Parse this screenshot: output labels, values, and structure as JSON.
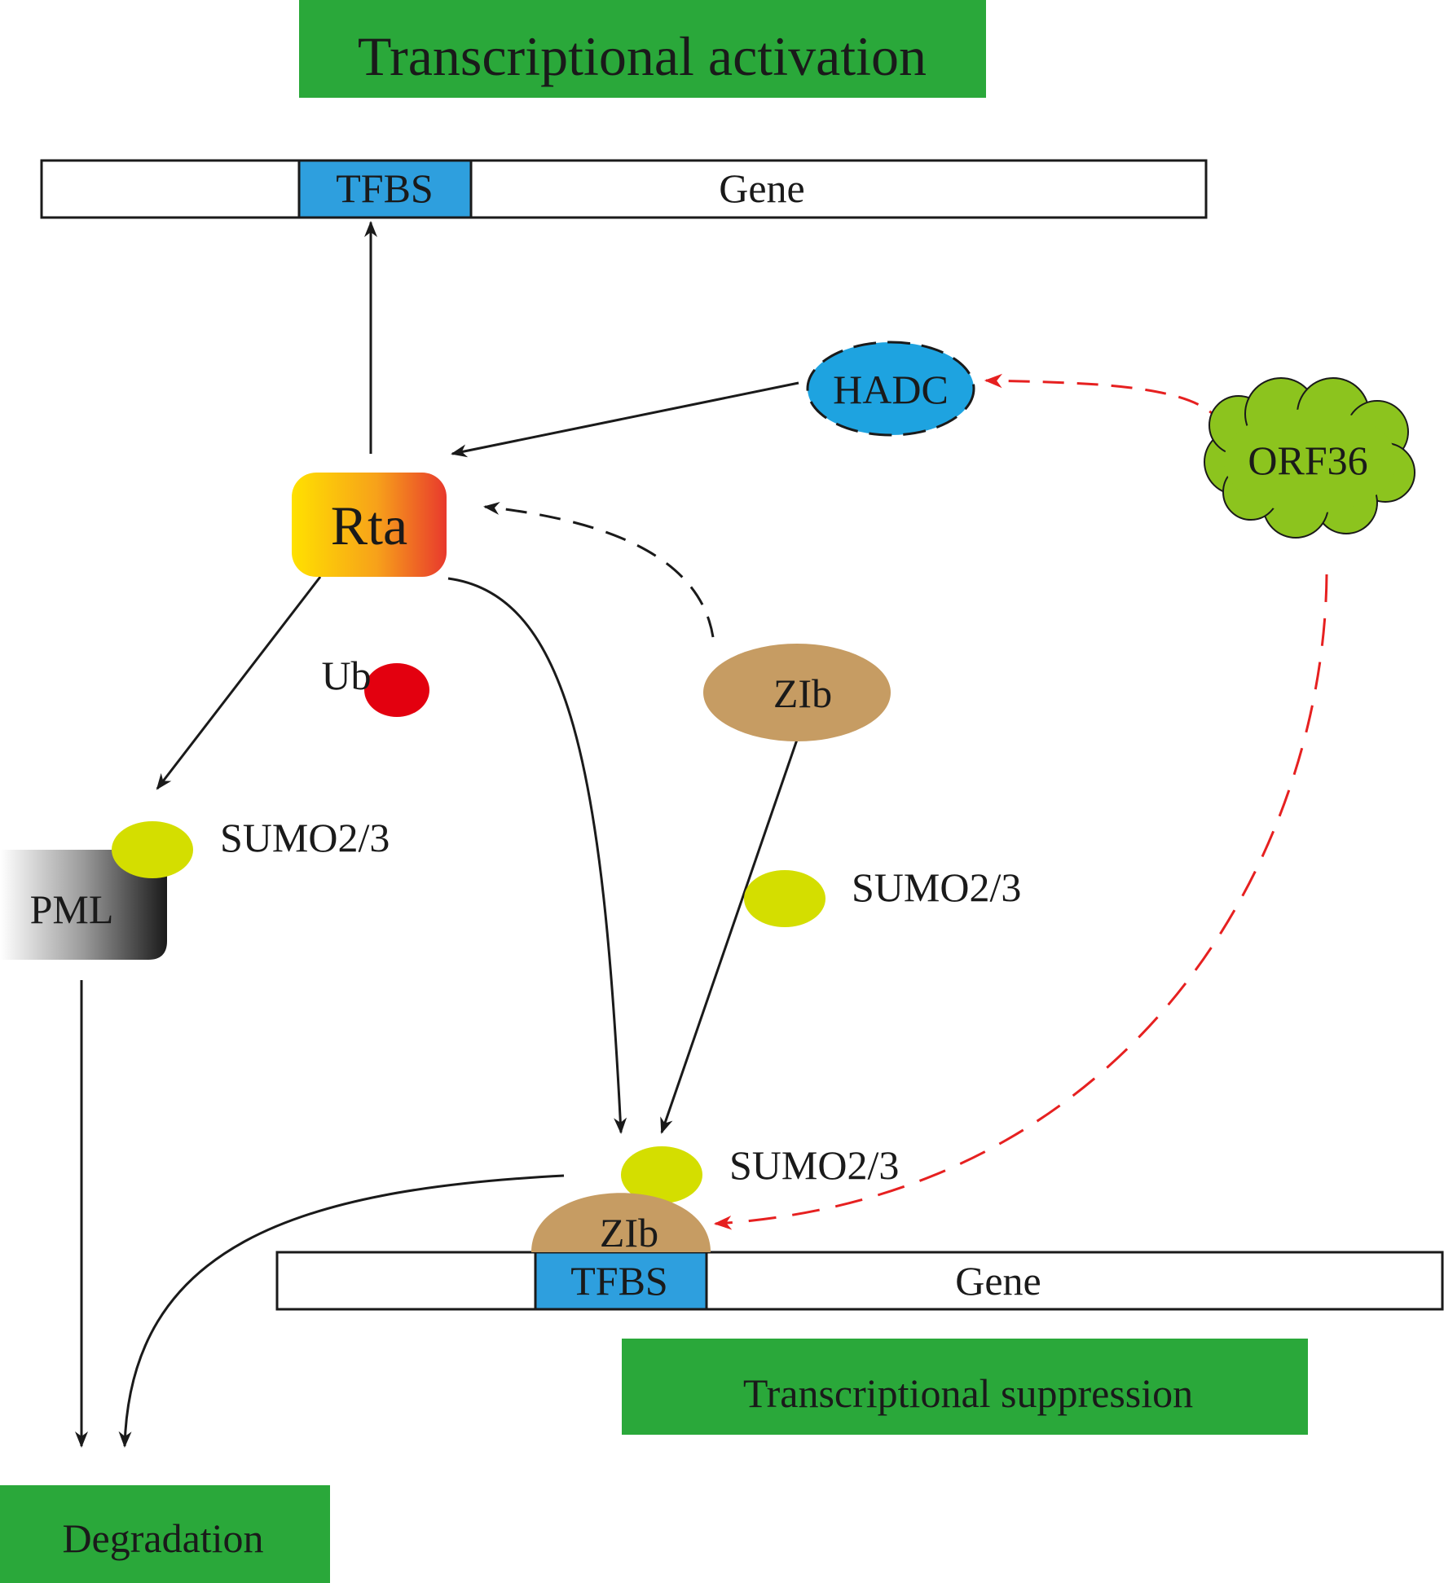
{
  "banners": {
    "activation": "Transcriptional activation",
    "suppression": "Transcriptional suppression",
    "degradation": "Degradation"
  },
  "gene_top": {
    "site": "TFBS",
    "gene": "Gene"
  },
  "gene_bottom": {
    "site": "TFBS",
    "gene": "Gene"
  },
  "nodes": {
    "rta": "Rta",
    "hadc": "HADC",
    "orf36": "ORF36",
    "zib_free": "ZIb",
    "zib_bound": "ZIb",
    "pml": "PML",
    "ub": "Ub"
  },
  "sumo": {
    "pml": "SUMO2/3",
    "middle": "SUMO2/3",
    "bound": "SUMO2/3"
  },
  "colors": {
    "banner_green": "#2aa83a",
    "tfbs_blue": "#2e9fde",
    "hadc_blue": "#1ea3e0",
    "orf36_green": "#8cc41e",
    "zib_brown": "#c69c63",
    "sumo_yellow": "#d4de00",
    "ub_red": "#e3000f",
    "rta_gradient_start": "#ffe100",
    "rta_gradient_end": "#e8392d",
    "pml_gradient_start": "#ffffff",
    "pml_gradient_end": "#1a1a1a",
    "arrow_black": "#1a1a1a",
    "arrow_red": "#e62020"
  }
}
